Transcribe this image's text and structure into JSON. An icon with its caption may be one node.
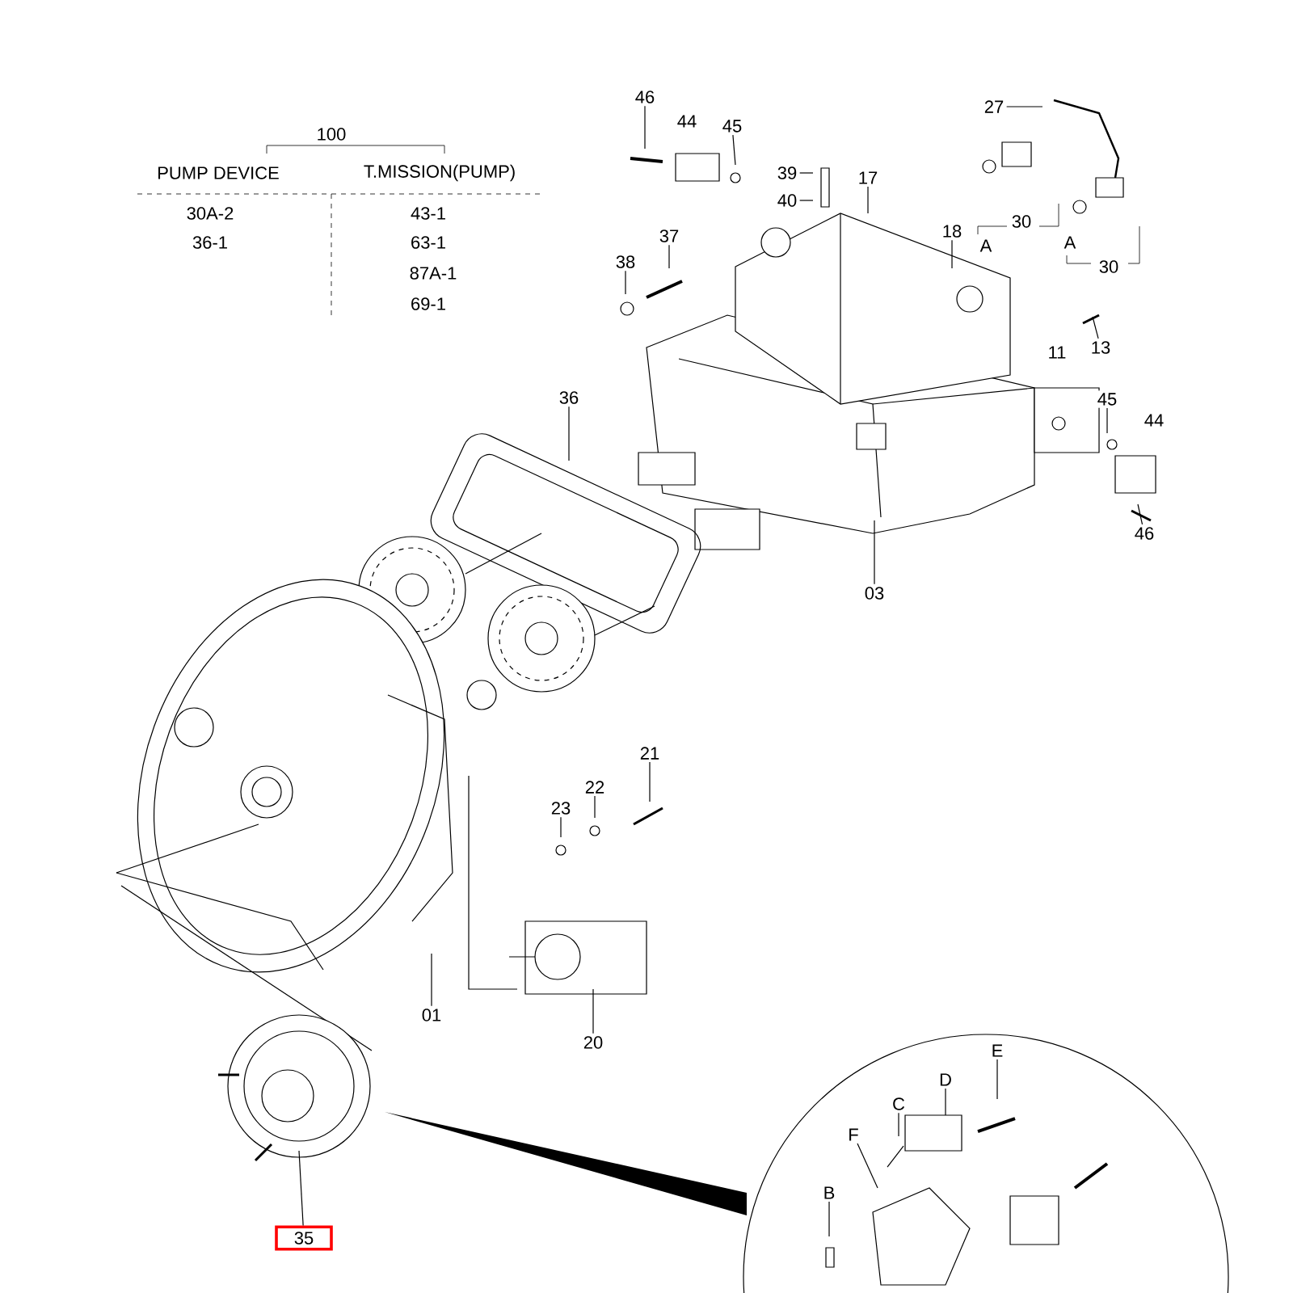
{
  "diagram": {
    "nodes": [
      {
        "text": [
          "46"
        ]
      },
      {
        "text": [
          "44"
        ]
      },
      {
        "text": [
          "45"
        ]
      },
      {
        "text": [
          "39"
        ]
      },
      {
        "text": [
          "40"
        ]
      },
      {
        "text": [
          "17"
        ]
      },
      {
        "text": [
          "27"
        ]
      },
      {
        "text": [
          "A"
        ]
      },
      {
        "text": [
          "30"
        ]
      },
      {
        "text": [
          "A"
        ]
      },
      {
        "text": [
          "30"
        ]
      },
      {
        "text": [
          "38"
        ]
      },
      {
        "text": [
          "37"
        ]
      },
      {
        "text": [
          "18"
        ]
      },
      {
        "text": [
          "13"
        ]
      },
      {
        "text": [
          "11"
        ]
      },
      {
        "text": [
          "45"
        ]
      },
      {
        "text": [
          "44"
        ]
      },
      {
        "text": [
          "46"
        ]
      },
      {
        "text": [
          "36"
        ]
      },
      {
        "text": [
          "03"
        ]
      },
      {
        "text": [
          "01"
        ]
      },
      {
        "text": [
          "23"
        ]
      },
      {
        "text": [
          "22"
        ]
      },
      {
        "text": [
          "21"
        ]
      },
      {
        "text": [
          "20"
        ]
      },
      {
        "text": [
          "35"
        ]
      },
      {
        "text": [
          "E"
        ]
      },
      {
        "text": [
          "D"
        ]
      },
      {
        "text": [
          "C"
        ]
      },
      {
        "text": [
          "F"
        ]
      },
      {
        "text": [
          "B"
        ]
      }
    ],
    "edges": [
      {
        "from": 0,
        "to": null,
        "arrow": "none"
      },
      {
        "from": 2,
        "to": null,
        "arrow": "none"
      },
      {
        "from": 3,
        "to": null,
        "arrow": "none"
      },
      {
        "from": 4,
        "to": null,
        "arrow": "none"
      },
      {
        "from": 5,
        "to": null,
        "arrow": "none"
      },
      {
        "from": 6,
        "to": null,
        "arrow": "none"
      },
      {
        "from": 11,
        "to": null,
        "arrow": "none"
      },
      {
        "from": 12,
        "to": null,
        "arrow": "none"
      },
      {
        "from": 13,
        "to": null,
        "arrow": "none"
      },
      {
        "from": 14,
        "to": null,
        "arrow": "none"
      },
      {
        "from": 16,
        "to": null,
        "arrow": "none"
      },
      {
        "from": 18,
        "to": null,
        "arrow": "none"
      },
      {
        "from": 19,
        "to": null,
        "arrow": "none"
      },
      {
        "from": 20,
        "to": null,
        "arrow": "none"
      },
      {
        "from": 21,
        "to": null,
        "arrow": "none"
      },
      {
        "from": 22,
        "to": null,
        "arrow": "none"
      },
      {
        "from": 23,
        "to": null,
        "arrow": "none"
      },
      {
        "from": 24,
        "to": null,
        "arrow": "none"
      },
      {
        "from": 25,
        "to": null,
        "arrow": "none"
      },
      {
        "from": 26,
        "to": null,
        "arrow": "none"
      },
      {
        "from": 27,
        "to": null,
        "arrow": "none"
      },
      {
        "from": 28,
        "to": null,
        "arrow": "none"
      },
      {
        "from": 29,
        "to": null,
        "arrow": "none"
      },
      {
        "from": 30,
        "to": null,
        "arrow": "none"
      },
      {
        "from": 31,
        "to": null,
        "arrow": "none"
      }
    ],
    "labels": [
      "100",
      "PUMP DEVICE",
      "T.MISSION(PUMP)",
      "30A-2",
      "36-1",
      "43-1",
      "63-1",
      "87A-1",
      "69-1"
    ]
  }
}
